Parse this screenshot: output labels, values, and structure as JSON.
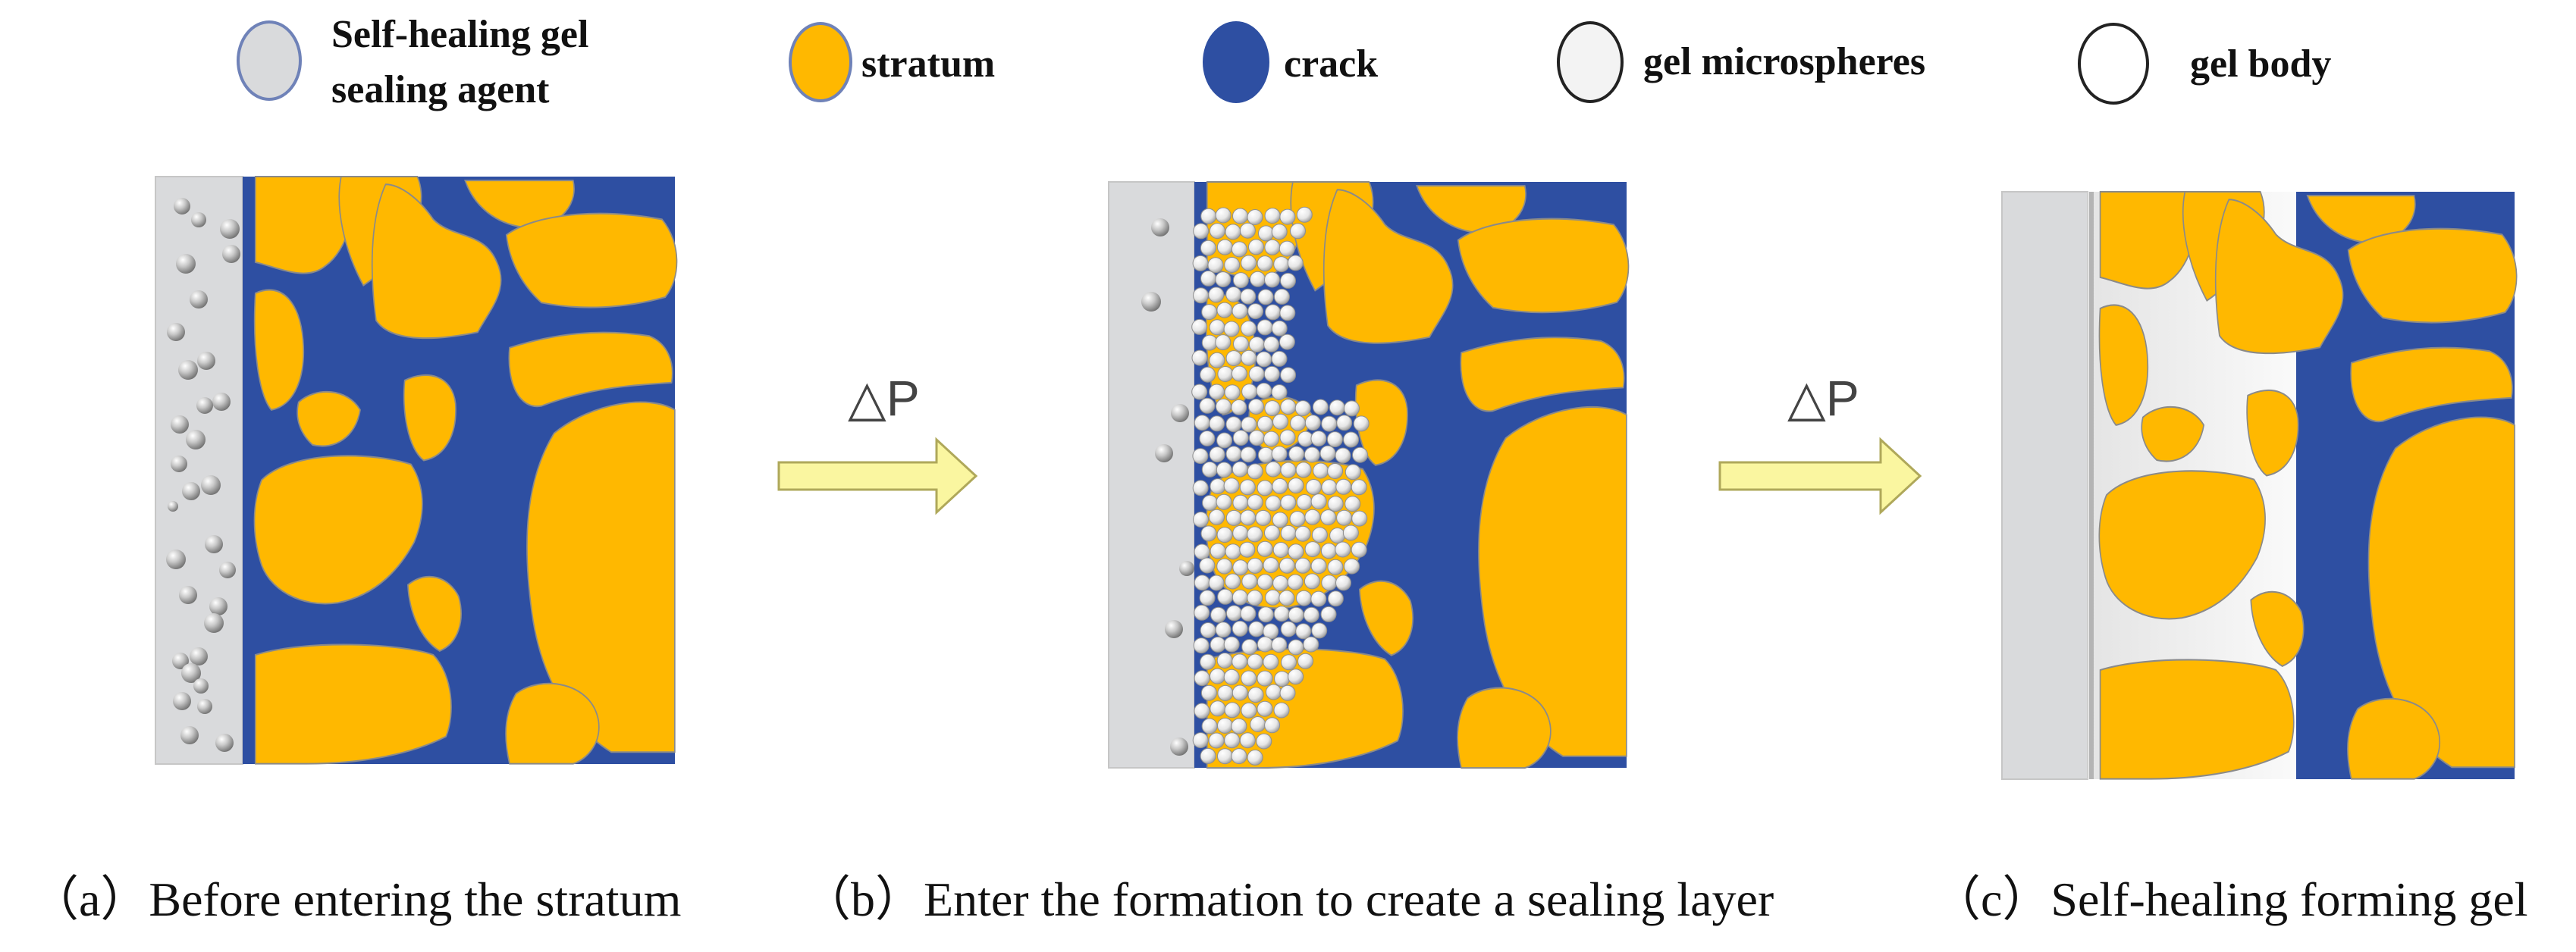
{
  "legend": {
    "sealing_agent_line1": "Self-healing gel",
    "sealing_agent_line2": "sealing agent",
    "stratum": "stratum",
    "crack": "crack",
    "gel_microspheres": "gel microspheres",
    "gel_body": "gel body"
  },
  "arrows": {
    "first_label": "△P",
    "second_label": "△P"
  },
  "captions": {
    "a": "（a）Before entering the stratum",
    "b": "（b）Enter the formation to create a sealing layer",
    "c": "（c）Self-healing forming gel"
  },
  "colors": {
    "stratum": "#FFB800",
    "crack": "#2E4FA2",
    "sealing_agent": "#D9DADC",
    "gel_body": "#F6F6F6",
    "arrow_fill": "#FAF6A0"
  }
}
